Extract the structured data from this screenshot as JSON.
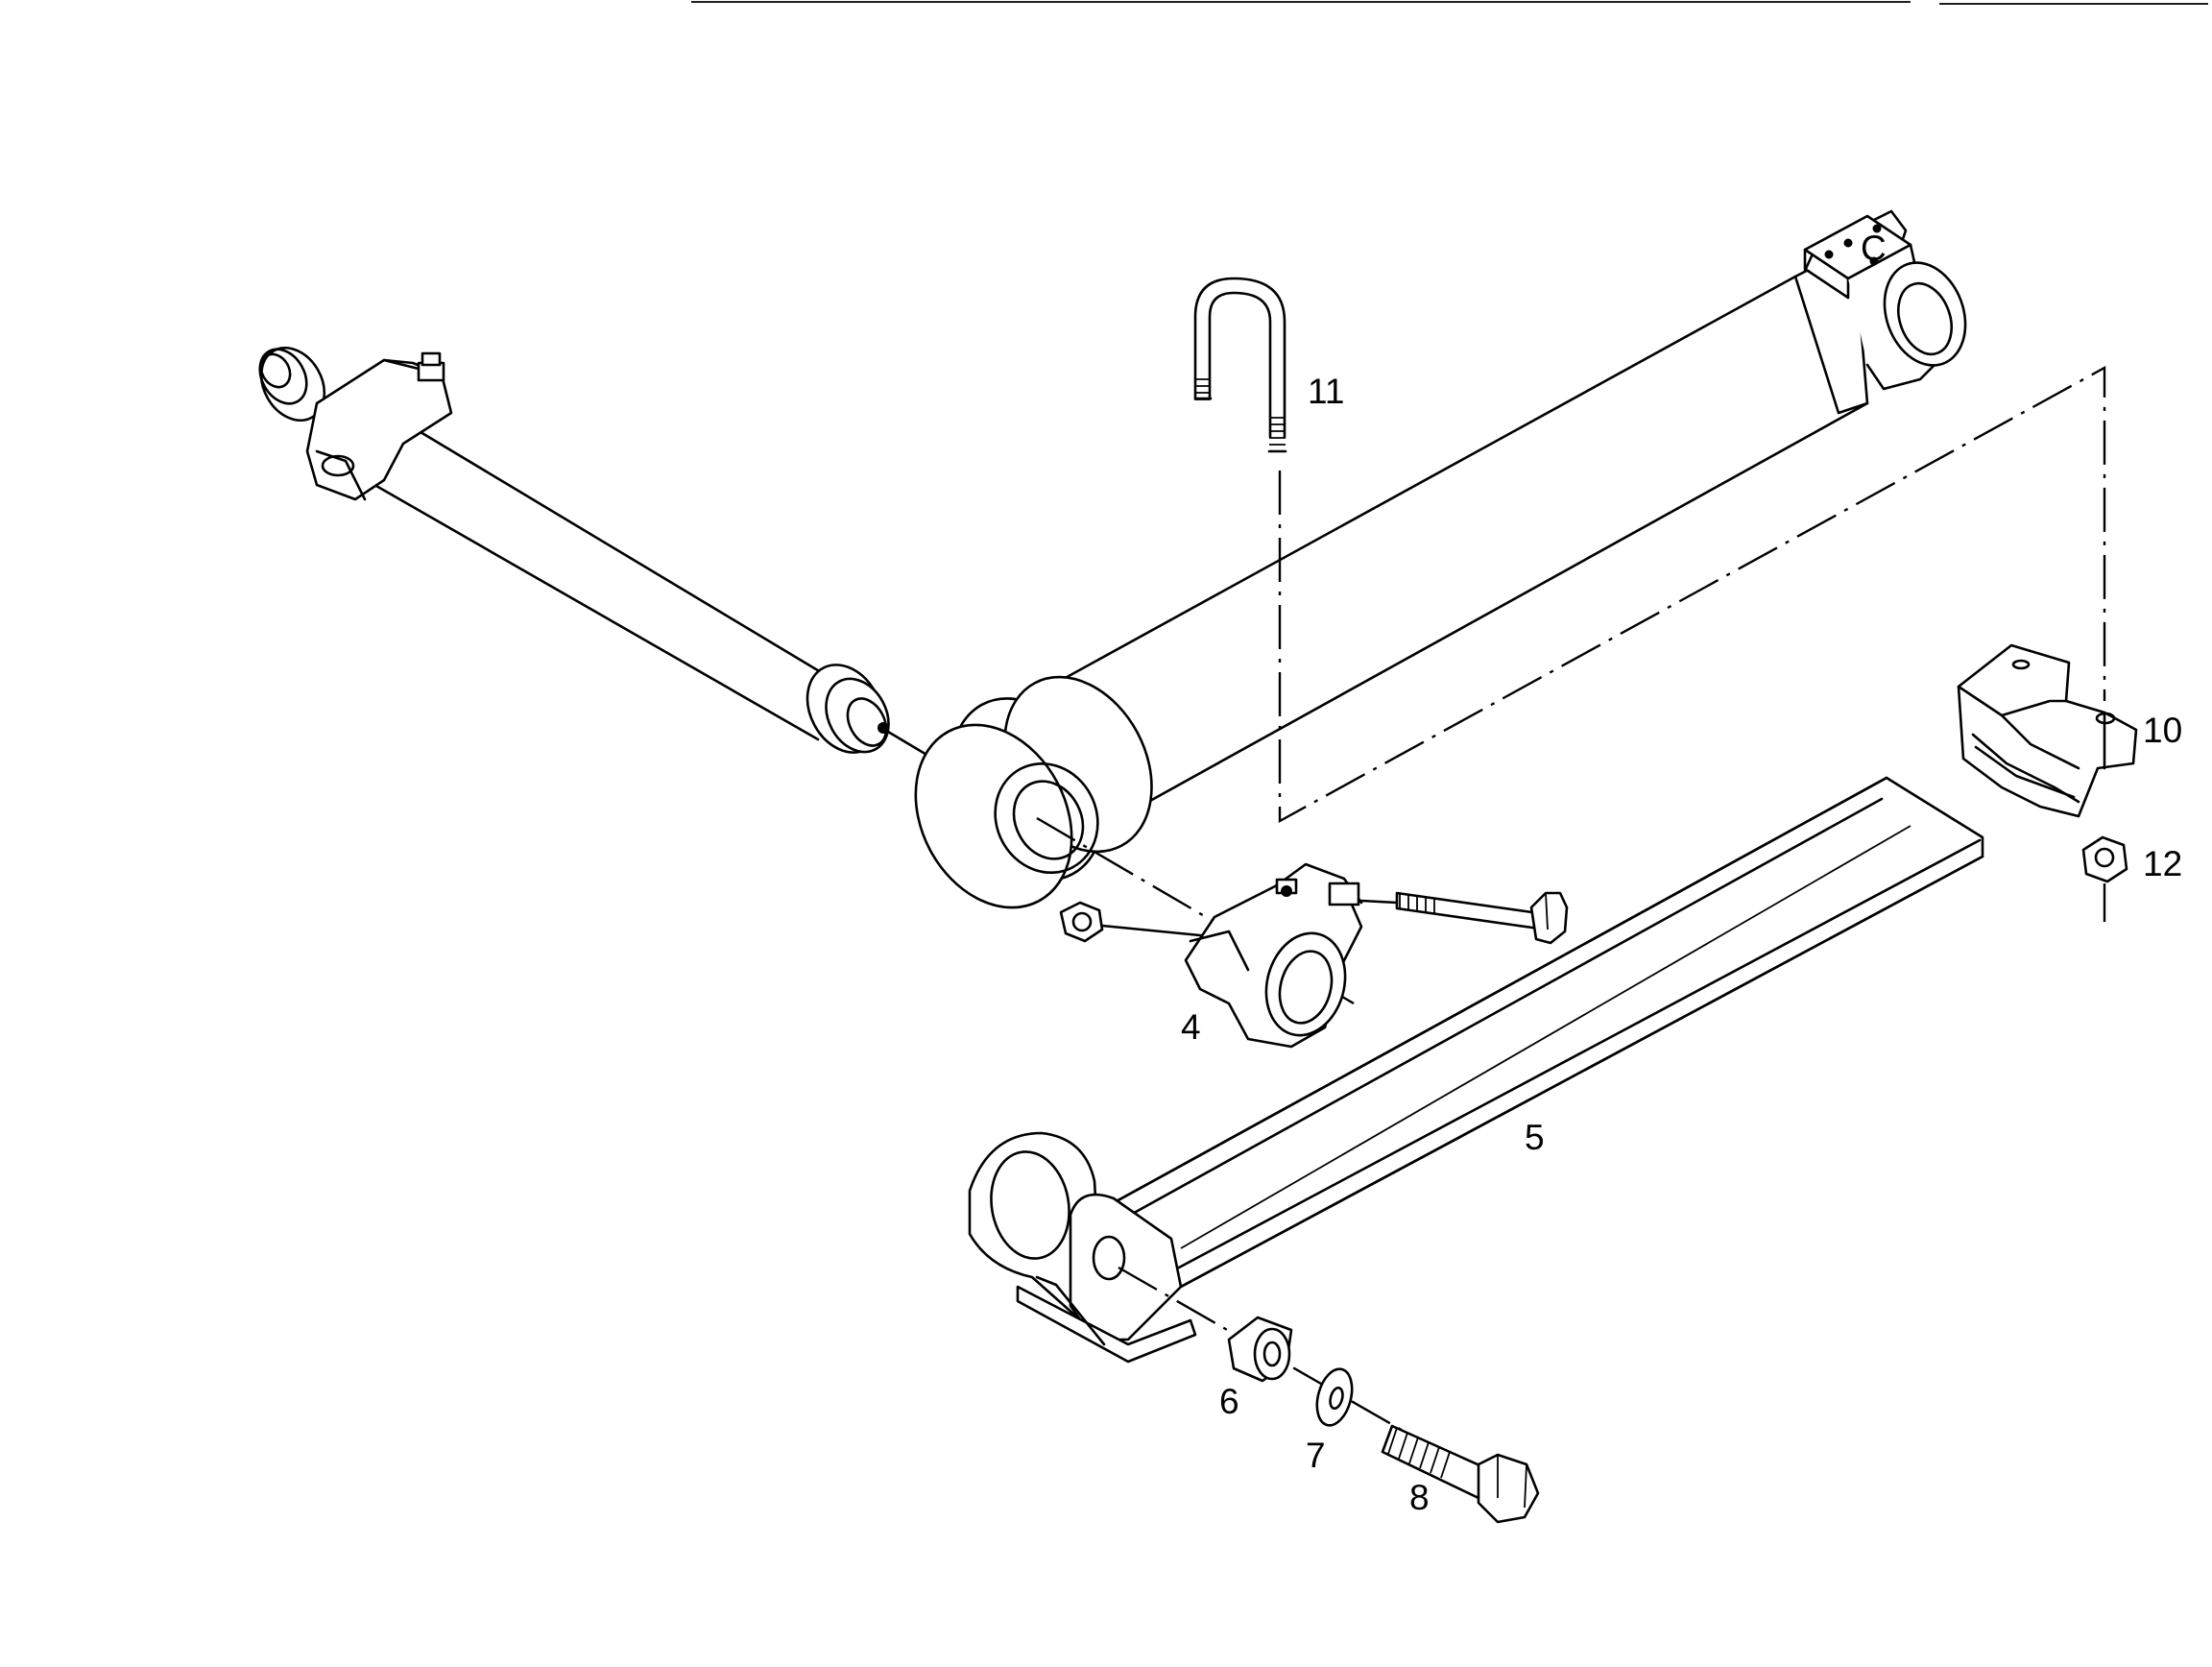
{
  "callouts": {
    "c4": "4",
    "c5": "5",
    "c6": "6",
    "c7": "7",
    "c8": "8",
    "c10": "10",
    "c11": "11",
    "c12": "12"
  },
  "cylinder_mark": "C"
}
